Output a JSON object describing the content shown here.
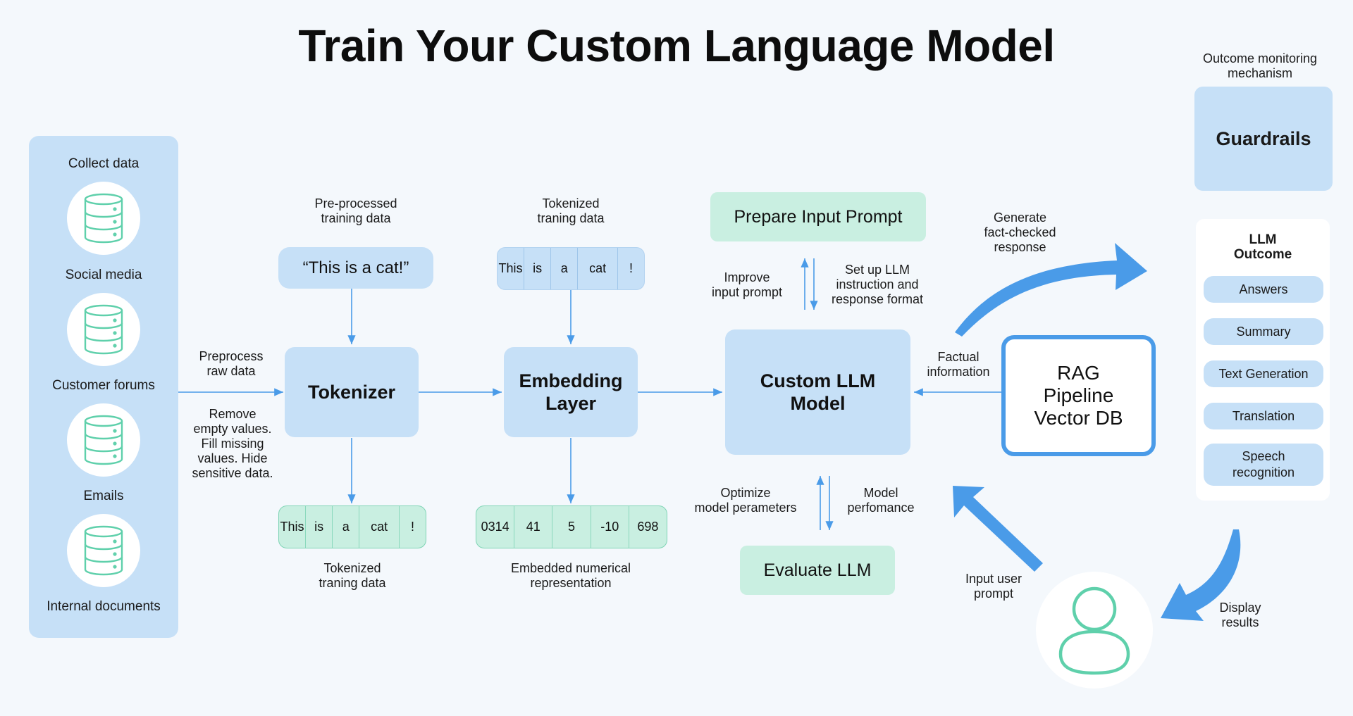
{
  "title": "Train Your Custom Language Model",
  "colors": {
    "box_blue": "#c6e0f7",
    "box_green": "#c9efe1",
    "arrow_blue": "#4a9be8",
    "icon_green": "#5fd0ab",
    "background": "#f4f8fc"
  },
  "sources": {
    "header": "Collect data",
    "items": [
      "Social media",
      "Customer forums",
      "Emails",
      "Internal documents"
    ],
    "icon": "database-icon"
  },
  "preprocess": {
    "label": "Preprocess\nraw data",
    "note": "Remove\nempty values.\nFill missing\nvalues. Hide\nsensitive data."
  },
  "tokenizer": {
    "title": "Tokenizer",
    "input_label": "Pre-processed\ntraining data",
    "input_sample": "“This is a cat!”",
    "output_tokens": [
      "This",
      "is",
      "a",
      "cat",
      "!"
    ],
    "output_label": "Tokenized\ntraning data"
  },
  "embedding": {
    "title": "Embedding\nLayer",
    "input_label": "Tokenized\ntraning data",
    "input_tokens": [
      "This",
      "is",
      "a",
      "cat",
      "!"
    ],
    "output_values": [
      "0314",
      "41",
      "5",
      "-10",
      "698"
    ],
    "output_label": "Embedded numerical\nrepresentation"
  },
  "model": {
    "title": "Custom LLM\nModel",
    "prompt_box": "Prepare Input Prompt",
    "improve_label": "Improve\ninput prompt",
    "setup_label": "Set up LLM\ninstruction and\nresponse format",
    "optimize_label": "Optimize\nmodel perameters",
    "performance_label": "Model\nperfomance",
    "evaluate_box": "Evaluate LLM"
  },
  "rag": {
    "title": "RAG\nPipeline\nVector DB",
    "factual_label": "Factual\ninformation"
  },
  "flow": {
    "generate_label": "Generate\nfact-checked\nresponse",
    "input_user_label": "Input user\nprompt",
    "display_label": "Display\nresults"
  },
  "guardrails": {
    "caption": "Outcome monitoring\nmechanism",
    "title": "Guardrails"
  },
  "outcome": {
    "title": "LLM\nOutcome",
    "items": [
      "Answers",
      "Summary",
      "Text Generation",
      "Translation",
      "Speech\nrecognition"
    ]
  },
  "user": {
    "icon": "user-icon"
  }
}
